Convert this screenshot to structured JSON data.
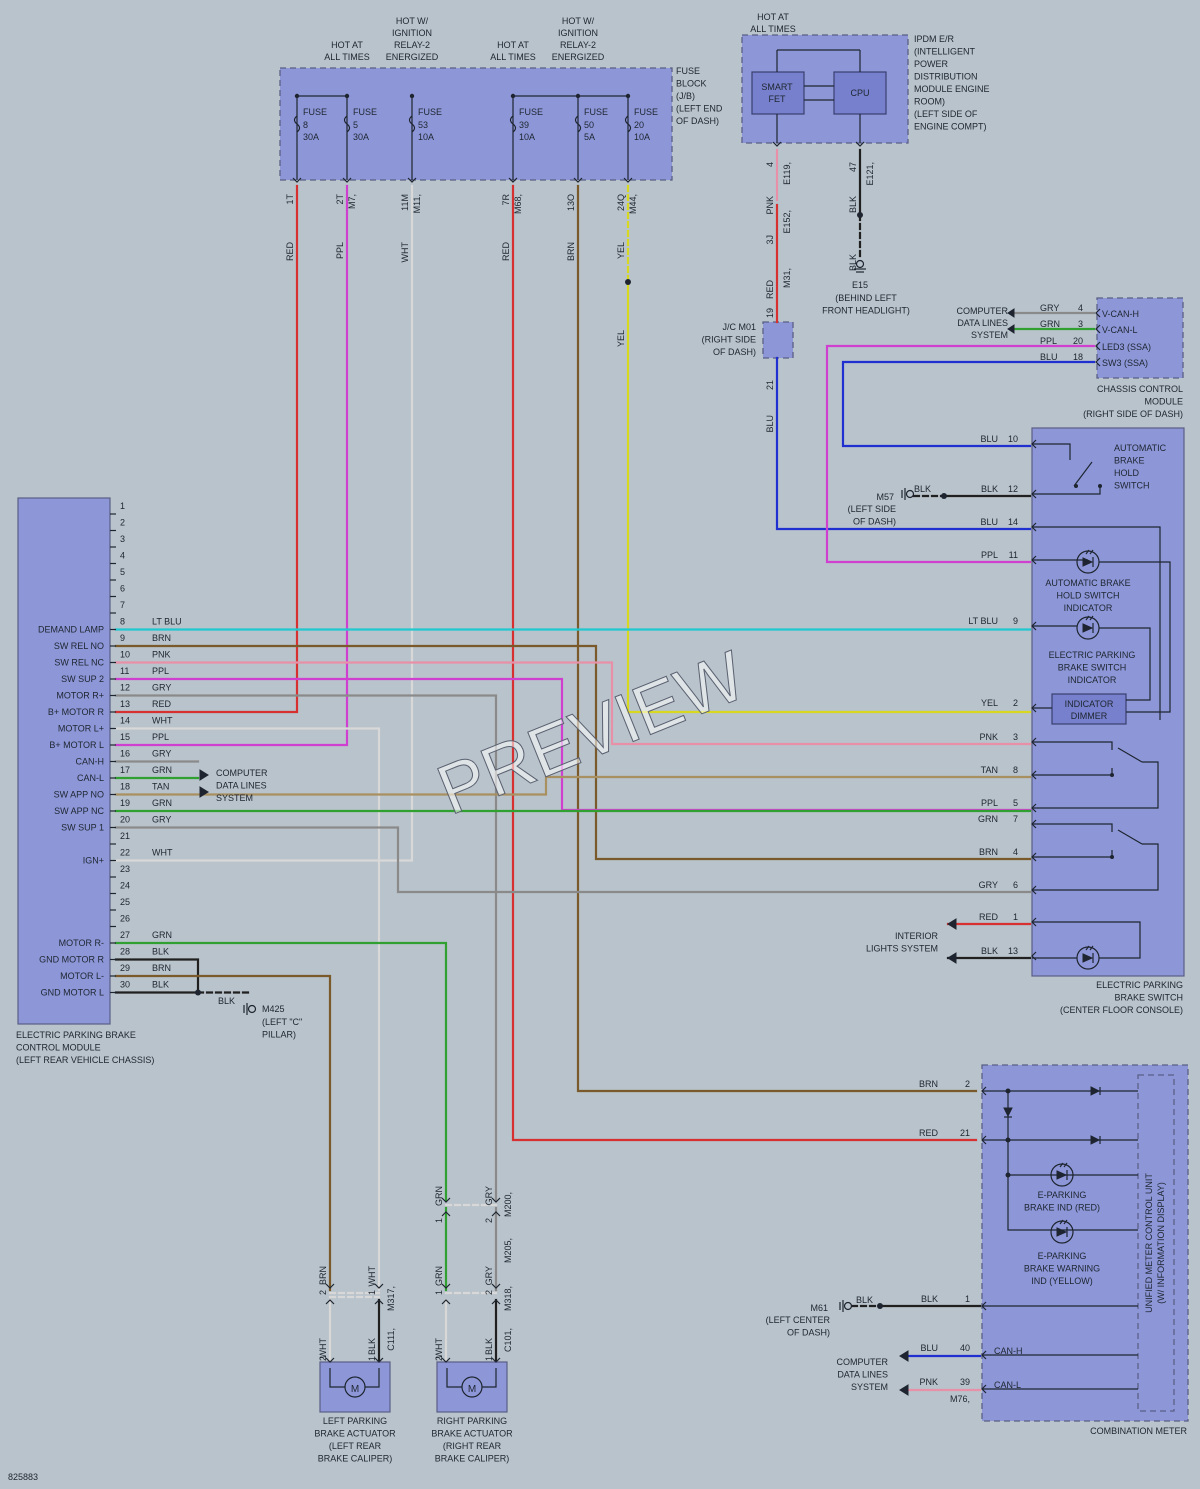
{
  "fuse_block": {
    "supplies": [
      {
        "text": "HOT AT ALL TIMES",
        "lines": [
          "HOT AT",
          "ALL TIMES"
        ]
      },
      {
        "text": "HOT W/ IGNITION RELAY-2 ENERGIZED",
        "lines": [
          "HOT W/",
          "IGNITION",
          "RELAY-2",
          "ENERGIZED"
        ]
      },
      {
        "text": "HOT AT ALL TIMES",
        "lines": [
          "HOT AT",
          "ALL TIMES"
        ]
      },
      {
        "text": "HOT W/ IGNITION RELAY-2 ENERGIZED",
        "lines": [
          "HOT W/",
          "IGNITION",
          "RELAY-2",
          "ENERGIZED"
        ]
      }
    ],
    "label_lines": [
      "FUSE",
      "BLOCK",
      "(J/B)",
      "(LEFT END",
      "OF DASH)"
    ],
    "fuses": [
      {
        "name": "FUSE",
        "number": "8",
        "amps": "30A",
        "pin": "1T",
        "connector": "",
        "color": "RED"
      },
      {
        "name": "FUSE",
        "number": "5",
        "amps": "30A",
        "pin": "2T",
        "connector": "M7,",
        "color": "PPL"
      },
      {
        "name": "FUSE",
        "number": "53",
        "amps": "10A",
        "pin": "11M",
        "connector": "M11,",
        "color": "WHT"
      },
      {
        "name": "FUSE",
        "number": "39",
        "amps": "10A",
        "pin": "7R",
        "connector": "M68,",
        "color": "RED"
      },
      {
        "name": "FUSE",
        "number": "50",
        "amps": "5A",
        "pin": "13O",
        "connector": "",
        "color": "BRN"
      },
      {
        "name": "FUSE",
        "number": "20",
        "amps": "10A",
        "pin": "24Q",
        "connector": "M44,",
        "color": "YEL"
      }
    ],
    "yel_lower": "YEL"
  },
  "ipdm": {
    "hot_lines": [
      "HOT AT",
      "ALL TIMES"
    ],
    "label_lines": [
      "IPDM E/R",
      "(INTELLIGENT",
      "POWER",
      "DISTRIBUTION",
      "MODULE ENGINE",
      "ROOM)",
      "(LEFT SIDE OF",
      "ENGINE COMPT)"
    ],
    "smart_fet_lines": [
      "SMART",
      "FET"
    ],
    "cpu": "CPU",
    "pnk": {
      "pin": "4",
      "conn": "E119,",
      "color": "PNK"
    },
    "blk": {
      "pin": "47",
      "conn": "E121,",
      "color": "BLK"
    },
    "blk_lower": "BLK",
    "ground": "E15",
    "ground_lines": [
      "(BEHIND LEFT",
      "FRONT HEADLIGHT)"
    ],
    "m31": {
      "pin": "3J",
      "conn": "E152,",
      "conn2": "M31,",
      "color": "RED"
    }
  },
  "jc": {
    "label_lines": [
      "J/C M01",
      "(RIGHT SIDE",
      "OF DASH)"
    ],
    "pin_top": "19",
    "pin_bottom": "21",
    "color_bottom": "BLU"
  },
  "chassis_control": {
    "label_lines": [
      "CHASSIS CONTROL",
      "MODULE",
      "(RIGHT SIDE OF DASH)"
    ],
    "cdl_lines": [
      "COMPUTER",
      "DATA LINES",
      "SYSTEM"
    ],
    "pins": [
      {
        "pin": "4",
        "color": "GRY",
        "name": "V-CAN-H"
      },
      {
        "pin": "3",
        "color": "GRN",
        "name": "V-CAN-L"
      },
      {
        "pin": "20",
        "color": "PPL",
        "name": "LED3 (SSA)"
      },
      {
        "pin": "18",
        "color": "BLU",
        "name": "SW3 (SSA)"
      }
    ]
  },
  "epb_switch": {
    "label_lines": [
      "ELECTRIC PARKING",
      "BRAKE SWITCH",
      "(CENTER FLOOR CONSOLE)"
    ],
    "hold_switch_lines": [
      "AUTOMATIC",
      "BRAKE",
      "HOLD",
      "SWITCH"
    ],
    "hold_indicator_lines": [
      "AUTOMATIC BRAKE",
      "HOLD SWITCH",
      "INDICATOR"
    ],
    "epb_indicator_lines": [
      "ELECTRIC PARKING",
      "BRAKE SWITCH",
      "INDICATOR"
    ],
    "dimmer_lines": [
      "INDICATOR",
      "DIMMER"
    ],
    "pins": [
      {
        "pin": "10",
        "color": "BLU"
      },
      {
        "pin": "12",
        "color": "BLK"
      },
      {
        "pin": "14",
        "color": "BLU"
      },
      {
        "pin": "11",
        "color": "PPL"
      },
      {
        "pin": "9",
        "color": "LT BLU"
      },
      {
        "pin": "2",
        "color": "YEL"
      },
      {
        "pin": "3",
        "color": "PNK"
      },
      {
        "pin": "8",
        "color": "TAN"
      },
      {
        "pin": "5",
        "color": "PPL"
      },
      {
        "pin": "7",
        "color": "GRN"
      },
      {
        "pin": "4",
        "color": "BRN"
      },
      {
        "pin": "6",
        "color": "GRY"
      },
      {
        "pin": "1",
        "color": "RED"
      },
      {
        "pin": "13",
        "color": "BLK"
      }
    ],
    "m57": "M57",
    "m57_lines": [
      "(LEFT SIDE",
      "OF DASH)"
    ],
    "m57_color": "BLK",
    "interior_lines": [
      "INTERIOR",
      "LIGHTS SYSTEM"
    ]
  },
  "epb_module": {
    "label_lines": [
      "ELECTRIC PARKING BRAKE",
      "CONTROL MODULE",
      "(LEFT REAR VEHICLE CHASSIS)"
    ],
    "pins": [
      {
        "n": "1",
        "name": "",
        "color": ""
      },
      {
        "n": "2",
        "name": "",
        "color": ""
      },
      {
        "n": "3",
        "name": "",
        "color": ""
      },
      {
        "n": "4",
        "name": "",
        "color": ""
      },
      {
        "n": "5",
        "name": "",
        "color": ""
      },
      {
        "n": "6",
        "name": "",
        "color": ""
      },
      {
        "n": "7",
        "name": "",
        "color": ""
      },
      {
        "n": "8",
        "name": "DEMAND LAMP",
        "color": "LT BLU"
      },
      {
        "n": "9",
        "name": "SW REL NO",
        "color": "BRN"
      },
      {
        "n": "10",
        "name": "SW REL NC",
        "color": "PNK"
      },
      {
        "n": "11",
        "name": "SW SUP 2",
        "color": "PPL"
      },
      {
        "n": "12",
        "name": "MOTOR R+",
        "color": "GRY"
      },
      {
        "n": "13",
        "name": "B+ MOTOR R",
        "color": "RED"
      },
      {
        "n": "14",
        "name": "MOTOR L+",
        "color": "WHT"
      },
      {
        "n": "15",
        "name": "B+ MOTOR L",
        "color": "PPL"
      },
      {
        "n": "16",
        "name": "CAN-H",
        "color": "GRY"
      },
      {
        "n": "17",
        "name": "CAN-L",
        "color": "GRN"
      },
      {
        "n": "18",
        "name": "SW APP NO",
        "color": "TAN"
      },
      {
        "n": "19",
        "name": "SW APP NC",
        "color": "GRN"
      },
      {
        "n": "20",
        "name": "SW SUP 1",
        "color": "GRY"
      },
      {
        "n": "21",
        "name": "",
        "color": ""
      },
      {
        "n": "22",
        "name": "IGN+",
        "color": "WHT"
      },
      {
        "n": "23",
        "name": "",
        "color": ""
      },
      {
        "n": "24",
        "name": "",
        "color": ""
      },
      {
        "n": "25",
        "name": "",
        "color": ""
      },
      {
        "n": "26",
        "name": "",
        "color": ""
      },
      {
        "n": "27",
        "name": "MOTOR R-",
        "color": "GRN"
      },
      {
        "n": "28",
        "name": "GND MOTOR R",
        "color": "BLK"
      },
      {
        "n": "29",
        "name": "MOTOR L-",
        "color": "BRN"
      },
      {
        "n": "30",
        "name": "GND MOTOR L",
        "color": "BLK"
      }
    ],
    "cdl_lines": [
      "COMPUTER",
      "DATA LINES",
      "SYSTEM"
    ],
    "ground": "M425",
    "ground_lines": [
      "(LEFT \"C\"",
      "PILLAR)"
    ],
    "ground_color": "BLK"
  },
  "actuators": {
    "left": {
      "label_lines": [
        "LEFT PARKING",
        "BRAKE ACTUATOR",
        "(LEFT REAR",
        "BRAKE CALIPER)"
      ],
      "upper": [
        {
          "pin": "2",
          "color": "BRN"
        },
        {
          "pin": "1",
          "color": "WHT",
          "conn": "M317,"
        }
      ],
      "lower": [
        {
          "pin": "2",
          "color": "WHT"
        },
        {
          "pin": "1",
          "color": "BLK",
          "conn": "C111,"
        }
      ],
      "motor": [
        {
          "pin": "2"
        },
        {
          "pin": "1"
        }
      ]
    },
    "right": {
      "label_lines": [
        "RIGHT PARKING",
        "BRAKE ACTUATOR",
        "(RIGHT REAR",
        "BRAKE CALIPER)"
      ],
      "top": [
        {
          "pin": "1",
          "color": "GRN"
        },
        {
          "pin": "2",
          "color": "GRY",
          "conn": "M200,",
          "conn2": "M205,"
        }
      ],
      "upper": [
        {
          "pin": "1",
          "color": "GRN"
        },
        {
          "pin": "2",
          "color": "GRY",
          "conn": "M318,"
        }
      ],
      "lower": [
        {
          "pin": "2",
          "color": "WHT"
        },
        {
          "pin": "1",
          "color": "BLK",
          "conn": "C101,"
        }
      ],
      "motor": [
        {
          "pin": "2"
        },
        {
          "pin": "1"
        }
      ]
    },
    "motor_symbol": "M"
  },
  "meter": {
    "label": "COMBINATION METER",
    "unit_lines": [
      "UNIFIED METER CONTROL UNIT",
      "(W/ INFORMATION DISPLAY)"
    ],
    "ind_red_lines": [
      "E-PARKING",
      "BRAKE IND (RED)"
    ],
    "ind_yel_lines": [
      "E-PARKING",
      "BRAKE WARNING",
      "IND (YELLOW)"
    ],
    "pins": [
      {
        "pin": "2",
        "color": "BRN"
      },
      {
        "pin": "21",
        "color": "RED"
      },
      {
        "pin": "1",
        "color": "BLK"
      },
      {
        "pin": "40",
        "color": "BLU",
        "name": "CAN-H"
      },
      {
        "pin": "39",
        "color": "PNK",
        "name": "CAN-L"
      }
    ],
    "m61": "M61",
    "m61_lines": [
      "(LEFT CENTER",
      "OF DASH)"
    ],
    "m61_color": "BLK",
    "cdl_lines": [
      "COMPUTER",
      "DATA LINES",
      "SYSTEM"
    ],
    "conn": "M76,"
  },
  "watermark": "PREVIEW",
  "figure_id": "825883",
  "colors": {
    "background": "#b9c3cb",
    "box_fill": "#8d97d8",
    "RED": "#d63030",
    "PPL": "#d040d0",
    "WHT": "#d8d8d8",
    "BRN": "#7a5a2a",
    "YEL": "#d8d820",
    "PNK": "#e890a8",
    "BLK": "#202020",
    "BLU": "#2030d0",
    "LT BLU": "#20c8d0",
    "GRY": "#8a8a8a",
    "GRN": "#30a030",
    "TAN": "#a89060"
  }
}
